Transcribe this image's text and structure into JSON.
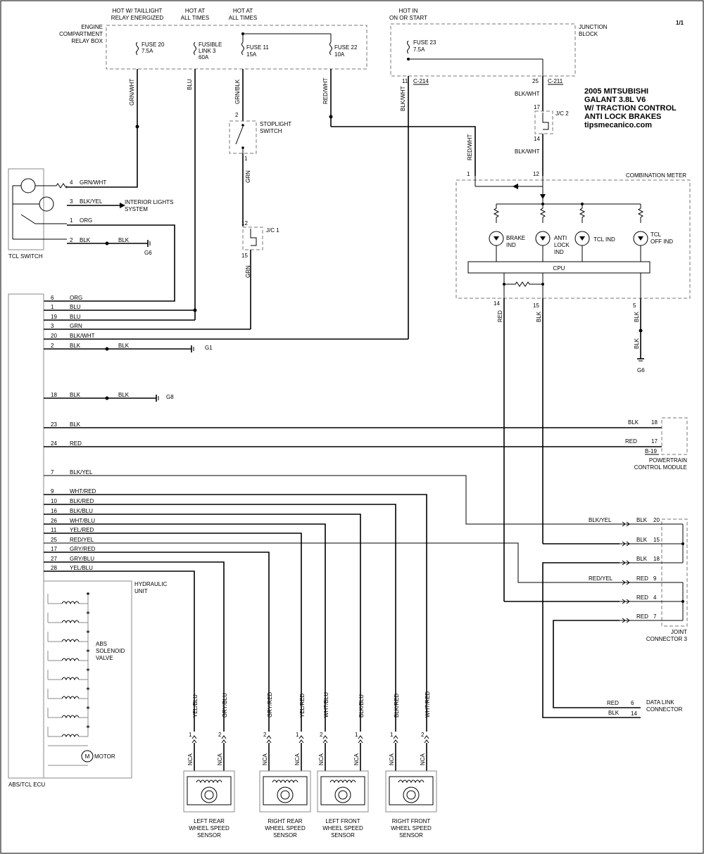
{
  "page": "1/1",
  "title": {
    "l1": "2005  MITSUBISHI",
    "l2": "GALANT 3.8L V6",
    "l3": "W/ TRACTION CONTROL",
    "l4": "ANTI LOCK BRAKES",
    "l5": "tipsmecanico.com"
  },
  "top": {
    "hot_tail_1": "HOT W/ TAILLIGHT",
    "hot_tail_2": "RELAY ENERGIZED",
    "hot_at1_1": "HOT AT",
    "hot_at1_2": "ALL TIMES",
    "hot_at2_1": "HOT AT",
    "hot_at2_2": "ALL TIMES",
    "hot_in_1": "HOT IN",
    "hot_in_2": "ON OR START"
  },
  "relay_box": {
    "l1": "ENGINE",
    "l2": "COMPARTMENT",
    "l3": "RELAY BOX"
  },
  "junction_block": {
    "l1": "JUNCTION",
    "l2": "BLOCK"
  },
  "fuses": {
    "f20a": "FUSE 20",
    "f20b": "7.5A",
    "fl3a": "FUSIBLE",
    "fl3b": "LINK 3",
    "fl3c": "60A",
    "f11a": "FUSE 11",
    "f11b": "15A",
    "f22a": "FUSE 22",
    "f22b": "10A",
    "f23a": "FUSE 23",
    "f23b": "7.5A"
  },
  "connectors": {
    "c214": "C-214",
    "c211": "C-211",
    "pin11": "11",
    "pin25": "25",
    "jc2": "J/C 2",
    "jc2_17": "17",
    "jc2_14": "14",
    "jc1": "J/C 1",
    "jc1_12": "12",
    "jc1_15": "15",
    "b19": "B-19"
  },
  "wires_vert": {
    "grn_wht": "GRN/WHT",
    "blu": "BLU",
    "grn_blk": "GRN/BLK",
    "red_wht": "RED/WHT",
    "blk_wht": "BLK/WHT",
    "blk_wht_a": "BLK/WHT",
    "blk_wht_b": "BLK/WHT",
    "red_wht2": "RED/WHT",
    "grn1": "GRN",
    "grn2": "GRN",
    "red": "RED",
    "blk": "BLK",
    "blk_a": "BLK",
    "blk_b": "BLK"
  },
  "stoplight": {
    "l1": "STOPLIGHT",
    "l2": "SWITCH",
    "p2": "2",
    "p1": "1"
  },
  "tcl_switch": {
    "label": "TCL SWITCH",
    "p4": "4",
    "w4": "GRN/WHT",
    "p3": "3",
    "w3": "BLK/YEL",
    "p1": "1",
    "w1": "ORG",
    "p2": "2",
    "w2": "BLK",
    "w2b": "BLK",
    "int1": "INTERIOR LIGHTS",
    "int2": "SYSTEM",
    "g6": "G6"
  },
  "meter": {
    "label": "COMBINATION METER",
    "p1": "1",
    "p12": "12",
    "p14": "14",
    "p15": "15",
    "p5": "5",
    "brake1": "BRAKE",
    "brake2": "IND",
    "anti1": "ANTI",
    "anti2": "LOCK",
    "anti3": "IND",
    "tcl": "TCL IND",
    "tcloff1": "TCL",
    "tcloff2": "OFF IND",
    "cpu": "CPU",
    "g6": "G6"
  },
  "ecu": {
    "label": "ABS/TCL ECU",
    "pins": [
      {
        "pin": "6",
        "wire": "ORG"
      },
      {
        "pin": "1",
        "wire": "BLU"
      },
      {
        "pin": "19",
        "wire": "BLU"
      },
      {
        "pin": "3",
        "wire": "GRN"
      },
      {
        "pin": "20",
        "wire": "BLK/WHT"
      },
      {
        "pin": "2",
        "wire": "BLK",
        "wire2": "BLK",
        "gnd": "G1"
      },
      {
        "pin": "18",
        "wire": "BLK",
        "wire2": "BLK",
        "gnd": "G8"
      },
      {
        "pin": "23",
        "wire": "BLK"
      },
      {
        "pin": "24",
        "wire": "RED"
      },
      {
        "pin": "7",
        "wire": "BLK/YEL"
      },
      {
        "pin": "9",
        "wire": "WHT/RED"
      },
      {
        "pin": "10",
        "wire": "BLK/RED"
      },
      {
        "pin": "16",
        "wire": "BLK/BLU"
      },
      {
        "pin": "26",
        "wire": "WHT/BLU"
      },
      {
        "pin": "11",
        "wire": "YEL/RED"
      },
      {
        "pin": "25",
        "wire": "RED/YEL"
      },
      {
        "pin": "17",
        "wire": "GRY/RED"
      },
      {
        "pin": "27",
        "wire": "GRY/BLU"
      },
      {
        "pin": "28",
        "wire": "YEL/BLU"
      }
    ]
  },
  "hydraulic": {
    "l1": "HYDRAULIC",
    "l2": "UNIT",
    "abs1": "ABS",
    "abs2": "SOLENOID",
    "abs3": "VALVE",
    "motor": "MOTOR",
    "m": "M"
  },
  "pcm": {
    "l1": "POWERTRAIN",
    "l2": "CONTROL MODULE",
    "w18": "BLK",
    "p18": "18",
    "w17": "RED",
    "p17": "17"
  },
  "joint": {
    "l1": "JOINT",
    "l2": "CONNECTOR 3",
    "rows": [
      {
        "left": "BLK/YEL",
        "right": "BLK",
        "pin": "20"
      },
      {
        "left": "",
        "right": "BLK",
        "pin": "15"
      },
      {
        "left": "",
        "right": "BLK",
        "pin": "18"
      },
      {
        "left": "RED/YEL",
        "right": "RED",
        "pin": "9"
      },
      {
        "left": "",
        "right": "RED",
        "pin": "4"
      },
      {
        "left": "",
        "right": "RED",
        "pin": "7"
      }
    ]
  },
  "dlc": {
    "l1": "DATA LINK",
    "l2": "CONNECTOR",
    "w6": "RED",
    "p6": "6",
    "w14": "BLK",
    "p14": "14"
  },
  "sensors": [
    {
      "l1": "LEFT REAR",
      "l2": "WHEEL SPEED",
      "l3": "SENSOR",
      "wa": "YEL/BLU",
      "wb": "GRY/BLU",
      "pa": "1",
      "pb": "2"
    },
    {
      "l1": "RIGHT REAR",
      "l2": "WHEEL SPEED",
      "l3": "SENSOR",
      "wa": "GRY/RED",
      "wb": "YEL/RED",
      "pa": "2",
      "pb": "1"
    },
    {
      "l1": "LEFT FRONT",
      "l2": "WHEEL SPEED",
      "l3": "SENSOR",
      "wa": "WHT/BLU",
      "wb": "BLK/BLU",
      "pa": "2",
      "pb": "1"
    },
    {
      "l1": "RIGHT FRONT",
      "l2": "WHEEL SPEED",
      "l3": "SENSOR",
      "wa": "BLK/RED",
      "wb": "WHT/RED",
      "pa": "1",
      "pb": "2"
    }
  ],
  "nca": "NCA"
}
